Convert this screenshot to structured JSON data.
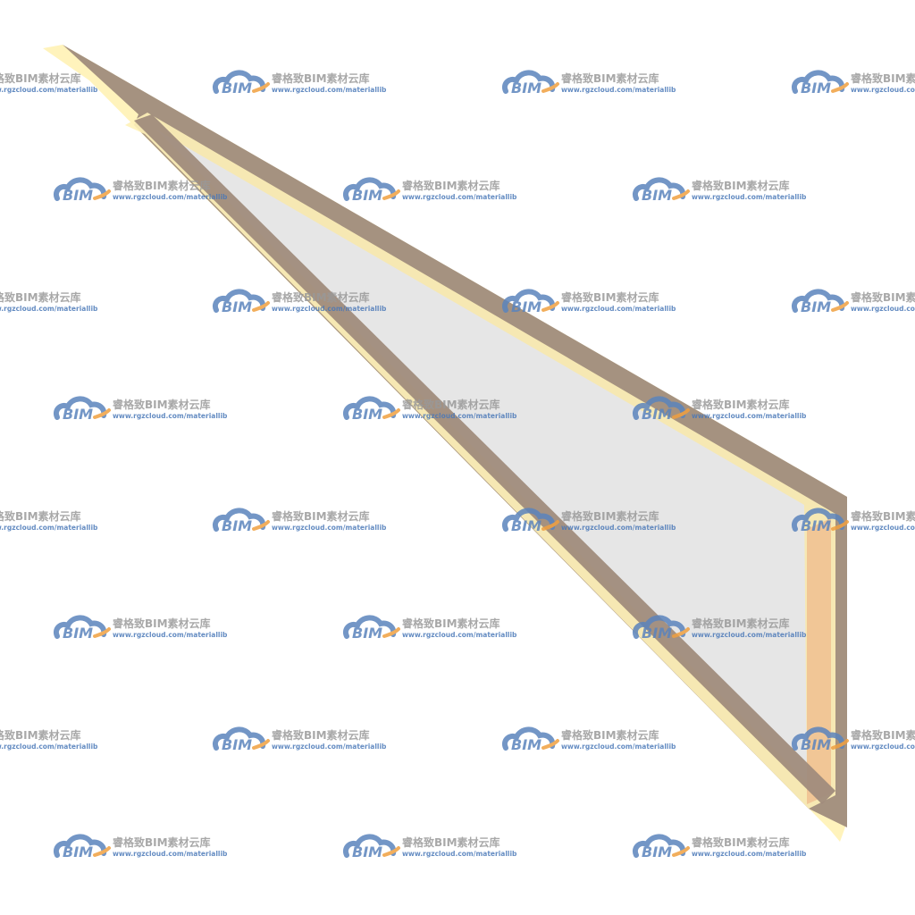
{
  "object": {
    "name": "triangular-glass-panel",
    "colors": {
      "glass": "#e6e6e6",
      "frame_dark": "#a08c7c",
      "frame_light": "#fff2b8",
      "frame_orange": "#f0c090",
      "background": "#ffffff"
    }
  },
  "watermark": {
    "logo_text": "BIM",
    "brand_text": "睿格致BIM素材云库",
    "url_text": "www.rgzcloud.com/materiallib",
    "colors": {
      "cloud_blue": "#5b84bd",
      "cloud_orange": "#f0a040",
      "text_gray": "#999999",
      "url_blue": "#4a78b8"
    }
  }
}
